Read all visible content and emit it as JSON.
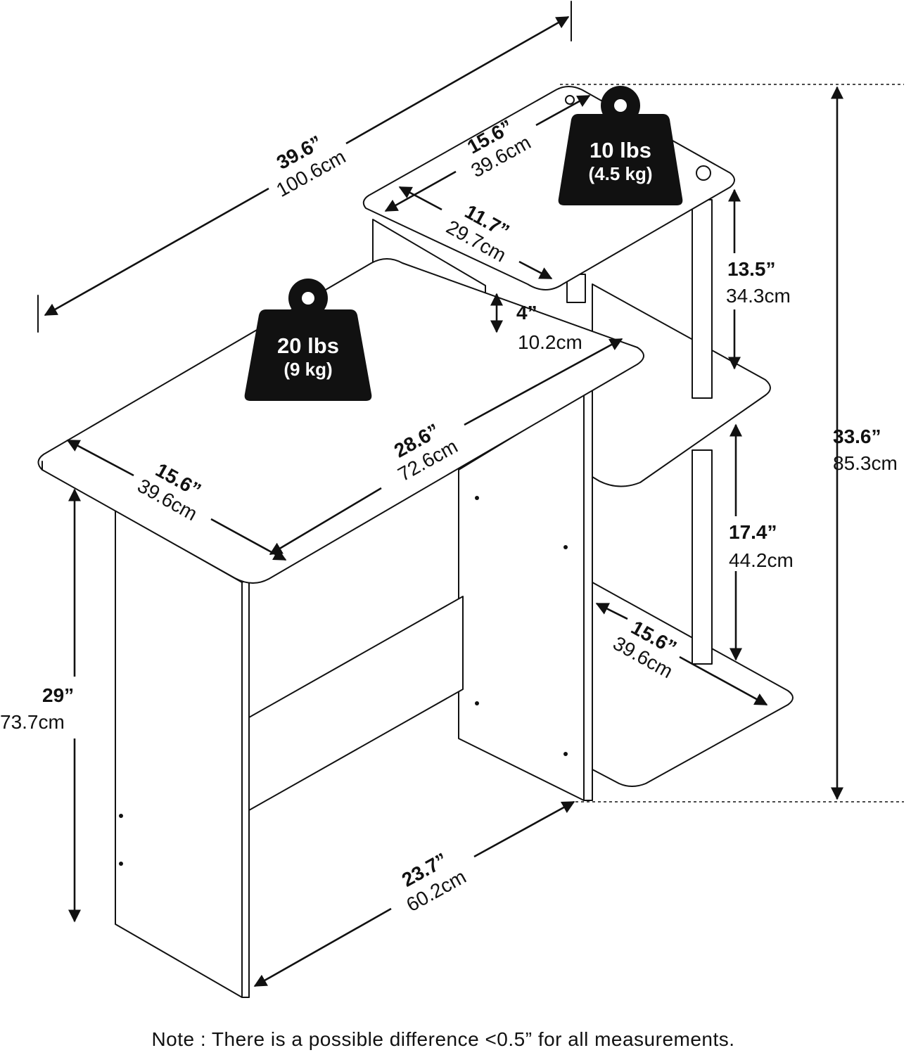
{
  "dimensions": {
    "overall_width": {
      "imperial": "39.6”",
      "metric": "100.6cm"
    },
    "shelf_width_top": {
      "imperial": "15.6”",
      "metric": "39.6cm"
    },
    "shelf_depth_top": {
      "imperial": "11.7”",
      "metric": "29.7cm"
    },
    "riser_height": {
      "imperial": "4”",
      "metric": "10.2cm"
    },
    "upper_shelf_gap": {
      "imperial": "13.5”",
      "metric": "34.3cm"
    },
    "overall_height": {
      "imperial": "33.6”",
      "metric": "85.3cm"
    },
    "desk_depth": {
      "imperial": "15.6”",
      "metric": "39.6cm"
    },
    "desk_width": {
      "imperial": "28.6”",
      "metric": "72.6cm"
    },
    "lower_shelf_gap": {
      "imperial": "17.4”",
      "metric": "44.2cm"
    },
    "bottom_shelf_depth": {
      "imperial": "15.6”",
      "metric": "39.6cm"
    },
    "desk_height": {
      "imperial": "29”",
      "metric": "73.7cm"
    },
    "leg_clearance": {
      "imperial": "23.7”",
      "metric": "60.2cm"
    }
  },
  "weights": {
    "top_shelf": {
      "lbs": "10 lbs",
      "kg": "(4.5 kg)"
    },
    "desktop": {
      "lbs": "20 lbs",
      "kg": "(9 kg)"
    }
  },
  "note": "Note : There is a possible difference <0.5” for all measurements.",
  "colors": {
    "ink": "#111111",
    "background": "#ffffff"
  }
}
